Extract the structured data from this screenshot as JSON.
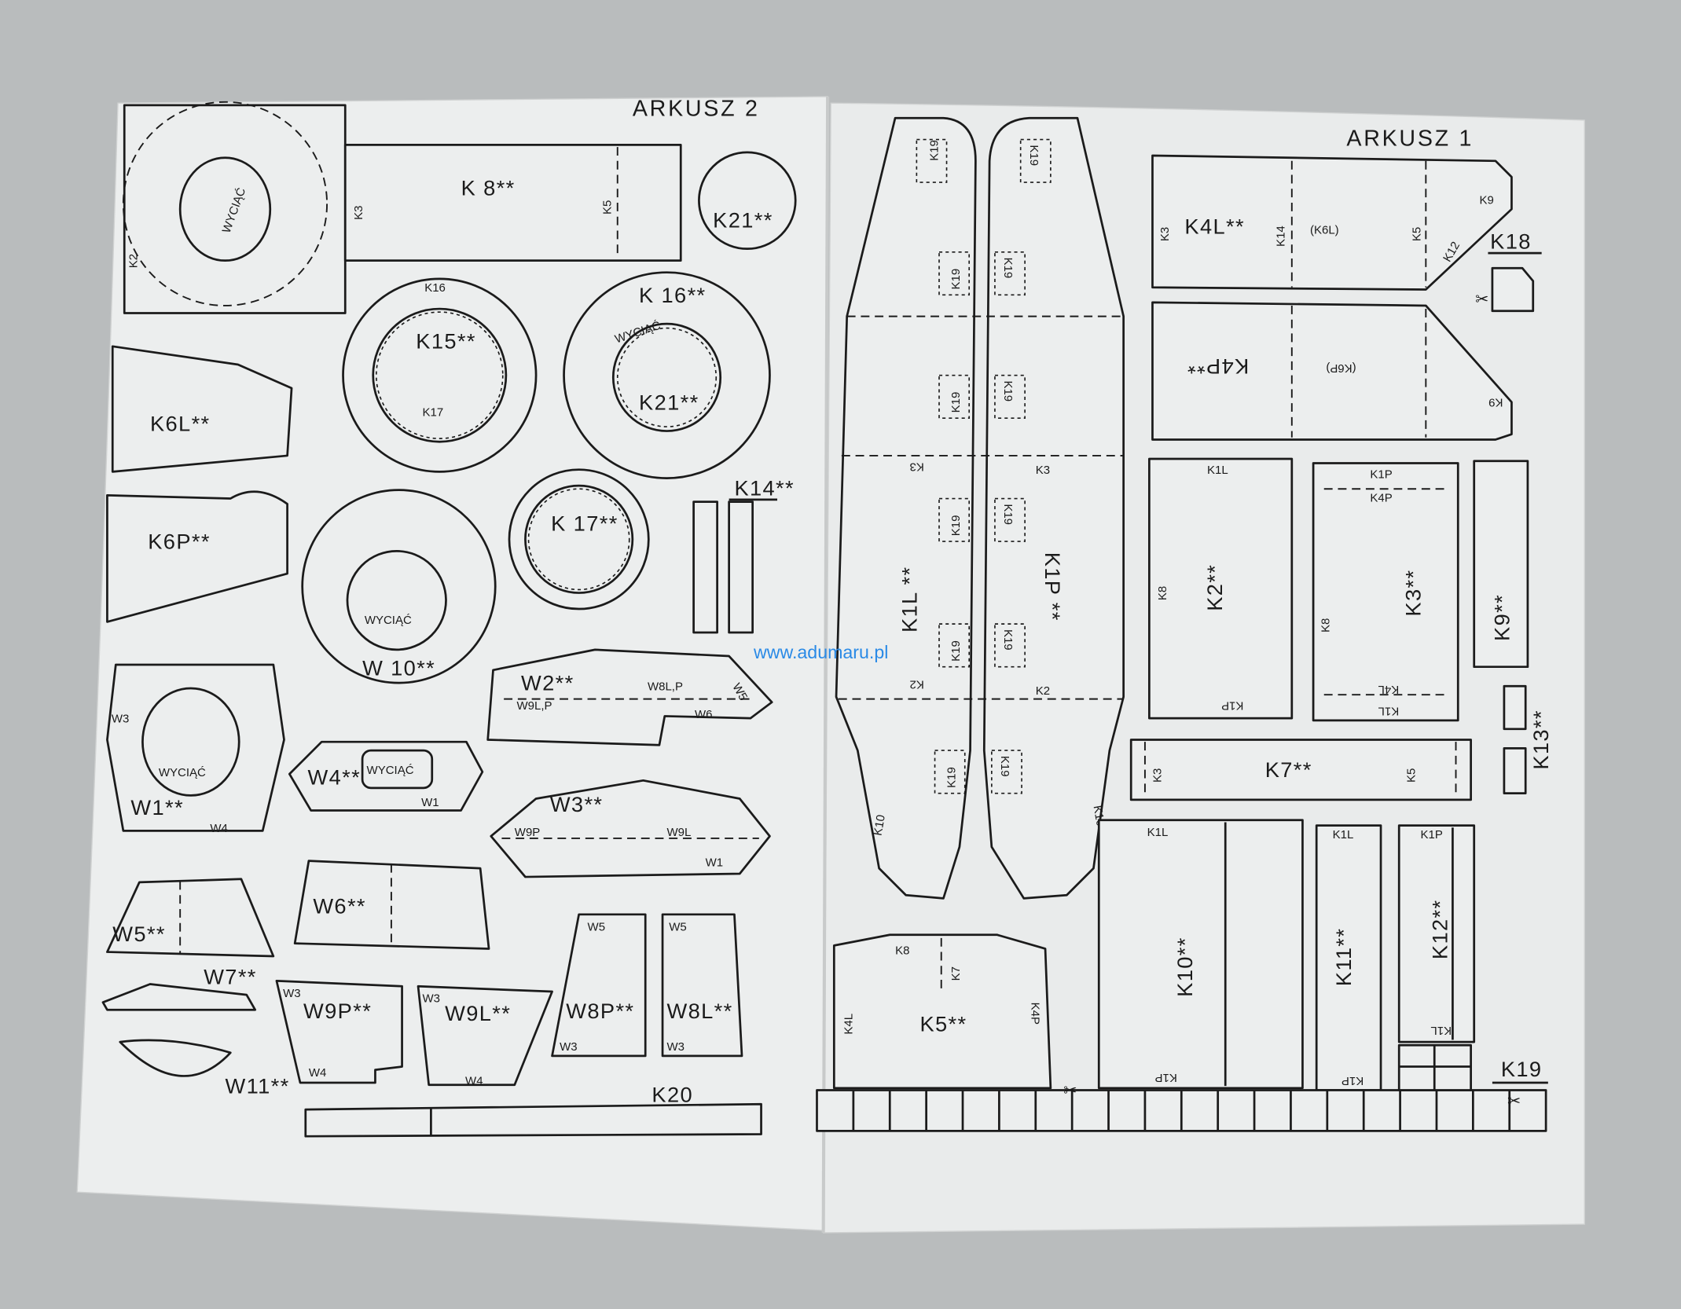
{
  "watermark": "www.adumaru.pl",
  "colors": {
    "watermark": "#2a8ae6",
    "paper": "#eceeee",
    "ink": "#1b1b1b",
    "background": "#b9bcbd"
  },
  "cut_out": "WYCIĄĆ",
  "codes": {
    "K1L": "K1L",
    "K1P": "K1P",
    "K2": "K2",
    "K3": "K3",
    "K4L": "K4L",
    "K4P": "K4P",
    "K5": "K5",
    "K7": "K7",
    "K8": "K8",
    "K9": "K9",
    "K12": "K12",
    "K14": "K14",
    "K16": "K16",
    "K17": "K17",
    "K19": "K19",
    "K10": "K10",
    "K11": "K11",
    "K18": "K18",
    "W1": "W1",
    "W2": "W2",
    "W3": "W3",
    "W4": "W4",
    "W5": "W5",
    "W6": "W6",
    "W7": "W7",
    "W9LP": "W9L,P",
    "W8LP": "W8L,P",
    "W9P": "W9P",
    "W9L": "W9L",
    "K6L": "(K6L)",
    "K6P": "(K6P)"
  },
  "sheet2": {
    "title": "ARKUSZ 2",
    "parts": {
      "k8": "K 8**",
      "k21a": "K21**",
      "k15": "K15**",
      "k16": "K 16**",
      "k21b": "K21**",
      "k6l": "K6L**",
      "k6p": "K6P**",
      "w10": "W 10**",
      "k17": "K 17**",
      "k14": "K14**",
      "w1": "W1**",
      "w4": "W4**",
      "w2": "W2**",
      "w3": "W3**",
      "w5": "W5**",
      "w6": "W6**",
      "w7": "W7**",
      "w11": "W11**",
      "w9p": "W9P**",
      "w9l": "W9L**",
      "w8p": "W8P**",
      "w8l": "W8L**",
      "k20": "K20"
    }
  },
  "sheet1": {
    "title": "ARKUSZ 1",
    "parts": {
      "k1l": "K1L **",
      "k1p": "K1P **",
      "k4l": "K4L**",
      "k4p": "K4P**",
      "k18": "K18",
      "k2": "K2**",
      "k3": "K3**",
      "k9": "K9**",
      "k13": "K13**",
      "k7": "K7**",
      "k10": "K10**",
      "k11": "K11**",
      "k12": "K12**",
      "k5": "K5**",
      "k19": "K19"
    }
  }
}
